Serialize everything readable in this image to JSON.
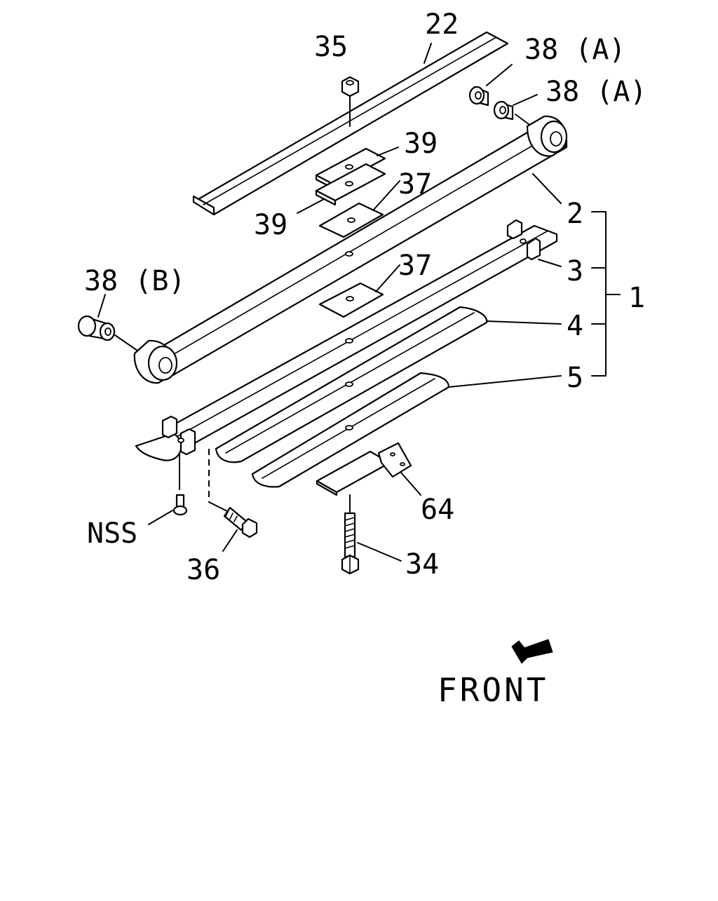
{
  "diagram": {
    "labels": {
      "l22": "22",
      "l35": "35",
      "l38a_1": "38 (A)",
      "l38a_2": "38 (A)",
      "l39_top": "39",
      "l37_top": "37",
      "l39_left": "39",
      "l2": "2",
      "l3": "3",
      "l1": "1",
      "l4": "4",
      "l5": "5",
      "l38b": "38 (B)",
      "l37_mid": "37",
      "l64": "64",
      "lnss": "NSS",
      "l36": "36",
      "l34": "34"
    },
    "front_label": "FRONT"
  }
}
